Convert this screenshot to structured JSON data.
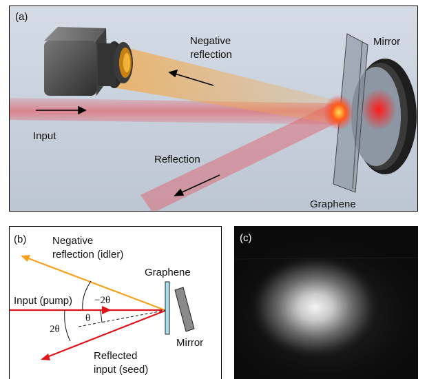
{
  "panel_a": {
    "label": "(a)",
    "negative_reflection": [
      "Negative",
      "reflection"
    ],
    "mirror": "Mirror",
    "input": "Input",
    "reflection": "Reflection",
    "graphene": "Graphene"
  },
  "panel_b": {
    "label": "(b)",
    "negative_reflection": [
      "Negative",
      "reflection  (idler)"
    ],
    "graphene": "Graphene",
    "input": "Input (pump)",
    "angle_neg": "−2θ",
    "angle_theta": "θ",
    "angle_two": "2θ",
    "mirror": "Mirror",
    "reflected": [
      "Reflected",
      "input (seed)"
    ]
  },
  "panel_c": {
    "label": "(c)"
  },
  "colors": {
    "panel_a_background": "#c9d2dd",
    "beam_red": "#e8444f",
    "beam_orange": "#f2a84a",
    "arrow_red": "#e0141b",
    "arrow_orange": "#f5a11c",
    "graphene_plate": "#a8dff0",
    "mirror_plate": "#8a8a8a"
  }
}
